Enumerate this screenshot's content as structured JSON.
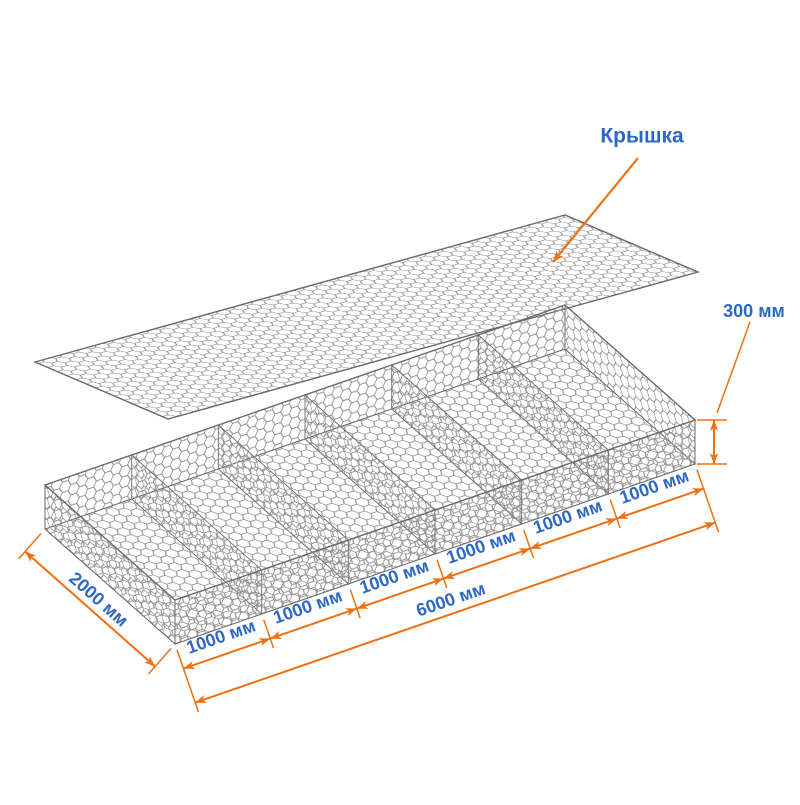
{
  "diagram": {
    "type": "gabion-mattress-exploded-view",
    "lid_label": "Крышка",
    "compartments": 6,
    "dimensions": {
      "height": {
        "label": "300 мм",
        "value_mm": 300
      },
      "length": {
        "label": "6000 мм",
        "value_mm": 6000
      },
      "width": {
        "label": "2000 мм",
        "value_mm": 2000
      },
      "segments": [
        {
          "label": "1000 мм"
        },
        {
          "label": "1000 мм"
        },
        {
          "label": "1000 мм"
        },
        {
          "label": "1000 мм"
        },
        {
          "label": "1000 мм"
        },
        {
          "label": "1000 мм"
        }
      ]
    },
    "colors": {
      "dim": "#ed7014",
      "label": "#2d68c6",
      "mesh": "#8f8f8f",
      "edge": "#6b6b6b",
      "background": "#ffffff"
    }
  }
}
